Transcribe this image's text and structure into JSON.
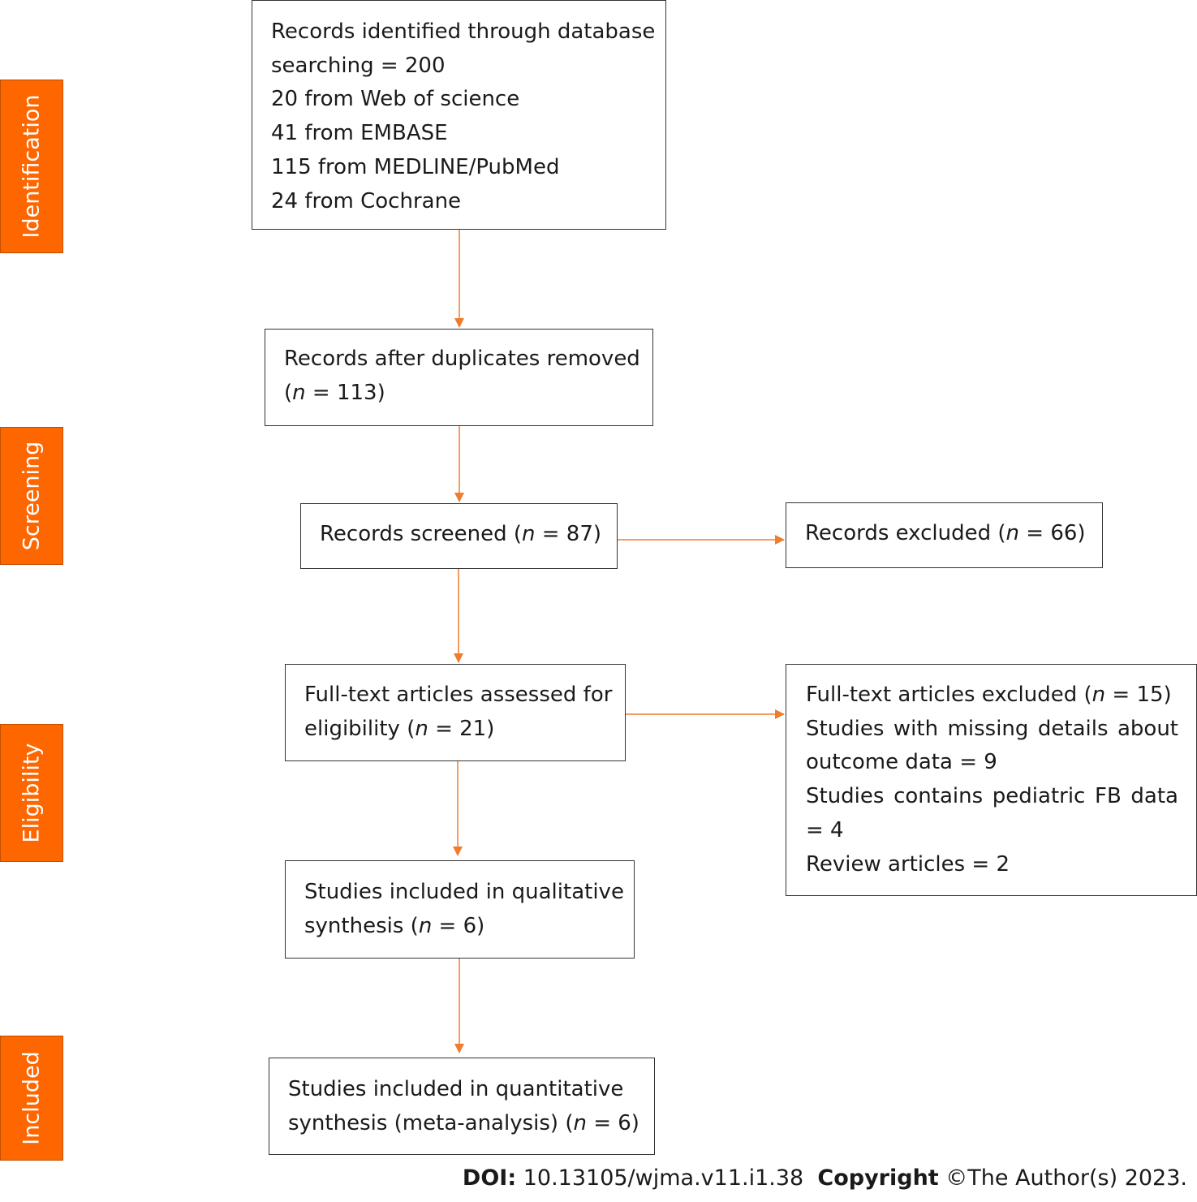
{
  "stages": {
    "identification": "Identification",
    "screening": "Screening",
    "eligibility": "Eligibility",
    "included": "Included"
  },
  "boxes": {
    "identified": {
      "line1": "Records identified through database",
      "line2": "searching = 200",
      "line3": "20 from Web of science",
      "line4": "41 from EMBASE",
      "line5": "115 from MEDLINE/PubMed",
      "line6": "24 from Cochrane"
    },
    "after_duplicates": {
      "line1": "Records after duplicates removed",
      "line2_pre": "(",
      "n": "n",
      "line2_post": " = 113)"
    },
    "screened": {
      "pre": "Records screened (",
      "n": "n",
      "post": " = 87)"
    },
    "excluded": {
      "pre": "Records excluded (",
      "n": "n",
      "post": " = 66)"
    },
    "fulltext_assessed": {
      "line1": "Full-text articles assessed for",
      "line2_pre": "eligibility (",
      "n": "n",
      "line2_post": " = 21)"
    },
    "fulltext_excluded": {
      "line1_pre": "Full-text articles excluded (",
      "n": "n",
      "line1_post": " = 15)",
      "line2": "Studies with missing details about",
      "line3": "outcome data = 9",
      "line4": "Studies contains pediatric FB data",
      "line5": "= 4",
      "line6": "Review articles = 2"
    },
    "qualitative": {
      "line1": "Studies included in qualitative",
      "line2_pre": "synthesis (",
      "n": "n",
      "line2_post": " = 6)"
    },
    "quantitative": {
      "line1": "Studies included in quantitative",
      "line2_pre": "synthesis (meta-analysis) (",
      "n": "n",
      "line2_post": " = 6)"
    }
  },
  "footer": {
    "doi_label": "DOI:",
    "doi_value": " 10.13105/wjma.v11.i1.38",
    "copyright_label": "Copyright",
    "copyright_value": " ©The Author(s) 2023."
  },
  "colors": {
    "stage_fill": "#fe6600",
    "arrow": "#f07c2e",
    "box_border": "#333333"
  }
}
